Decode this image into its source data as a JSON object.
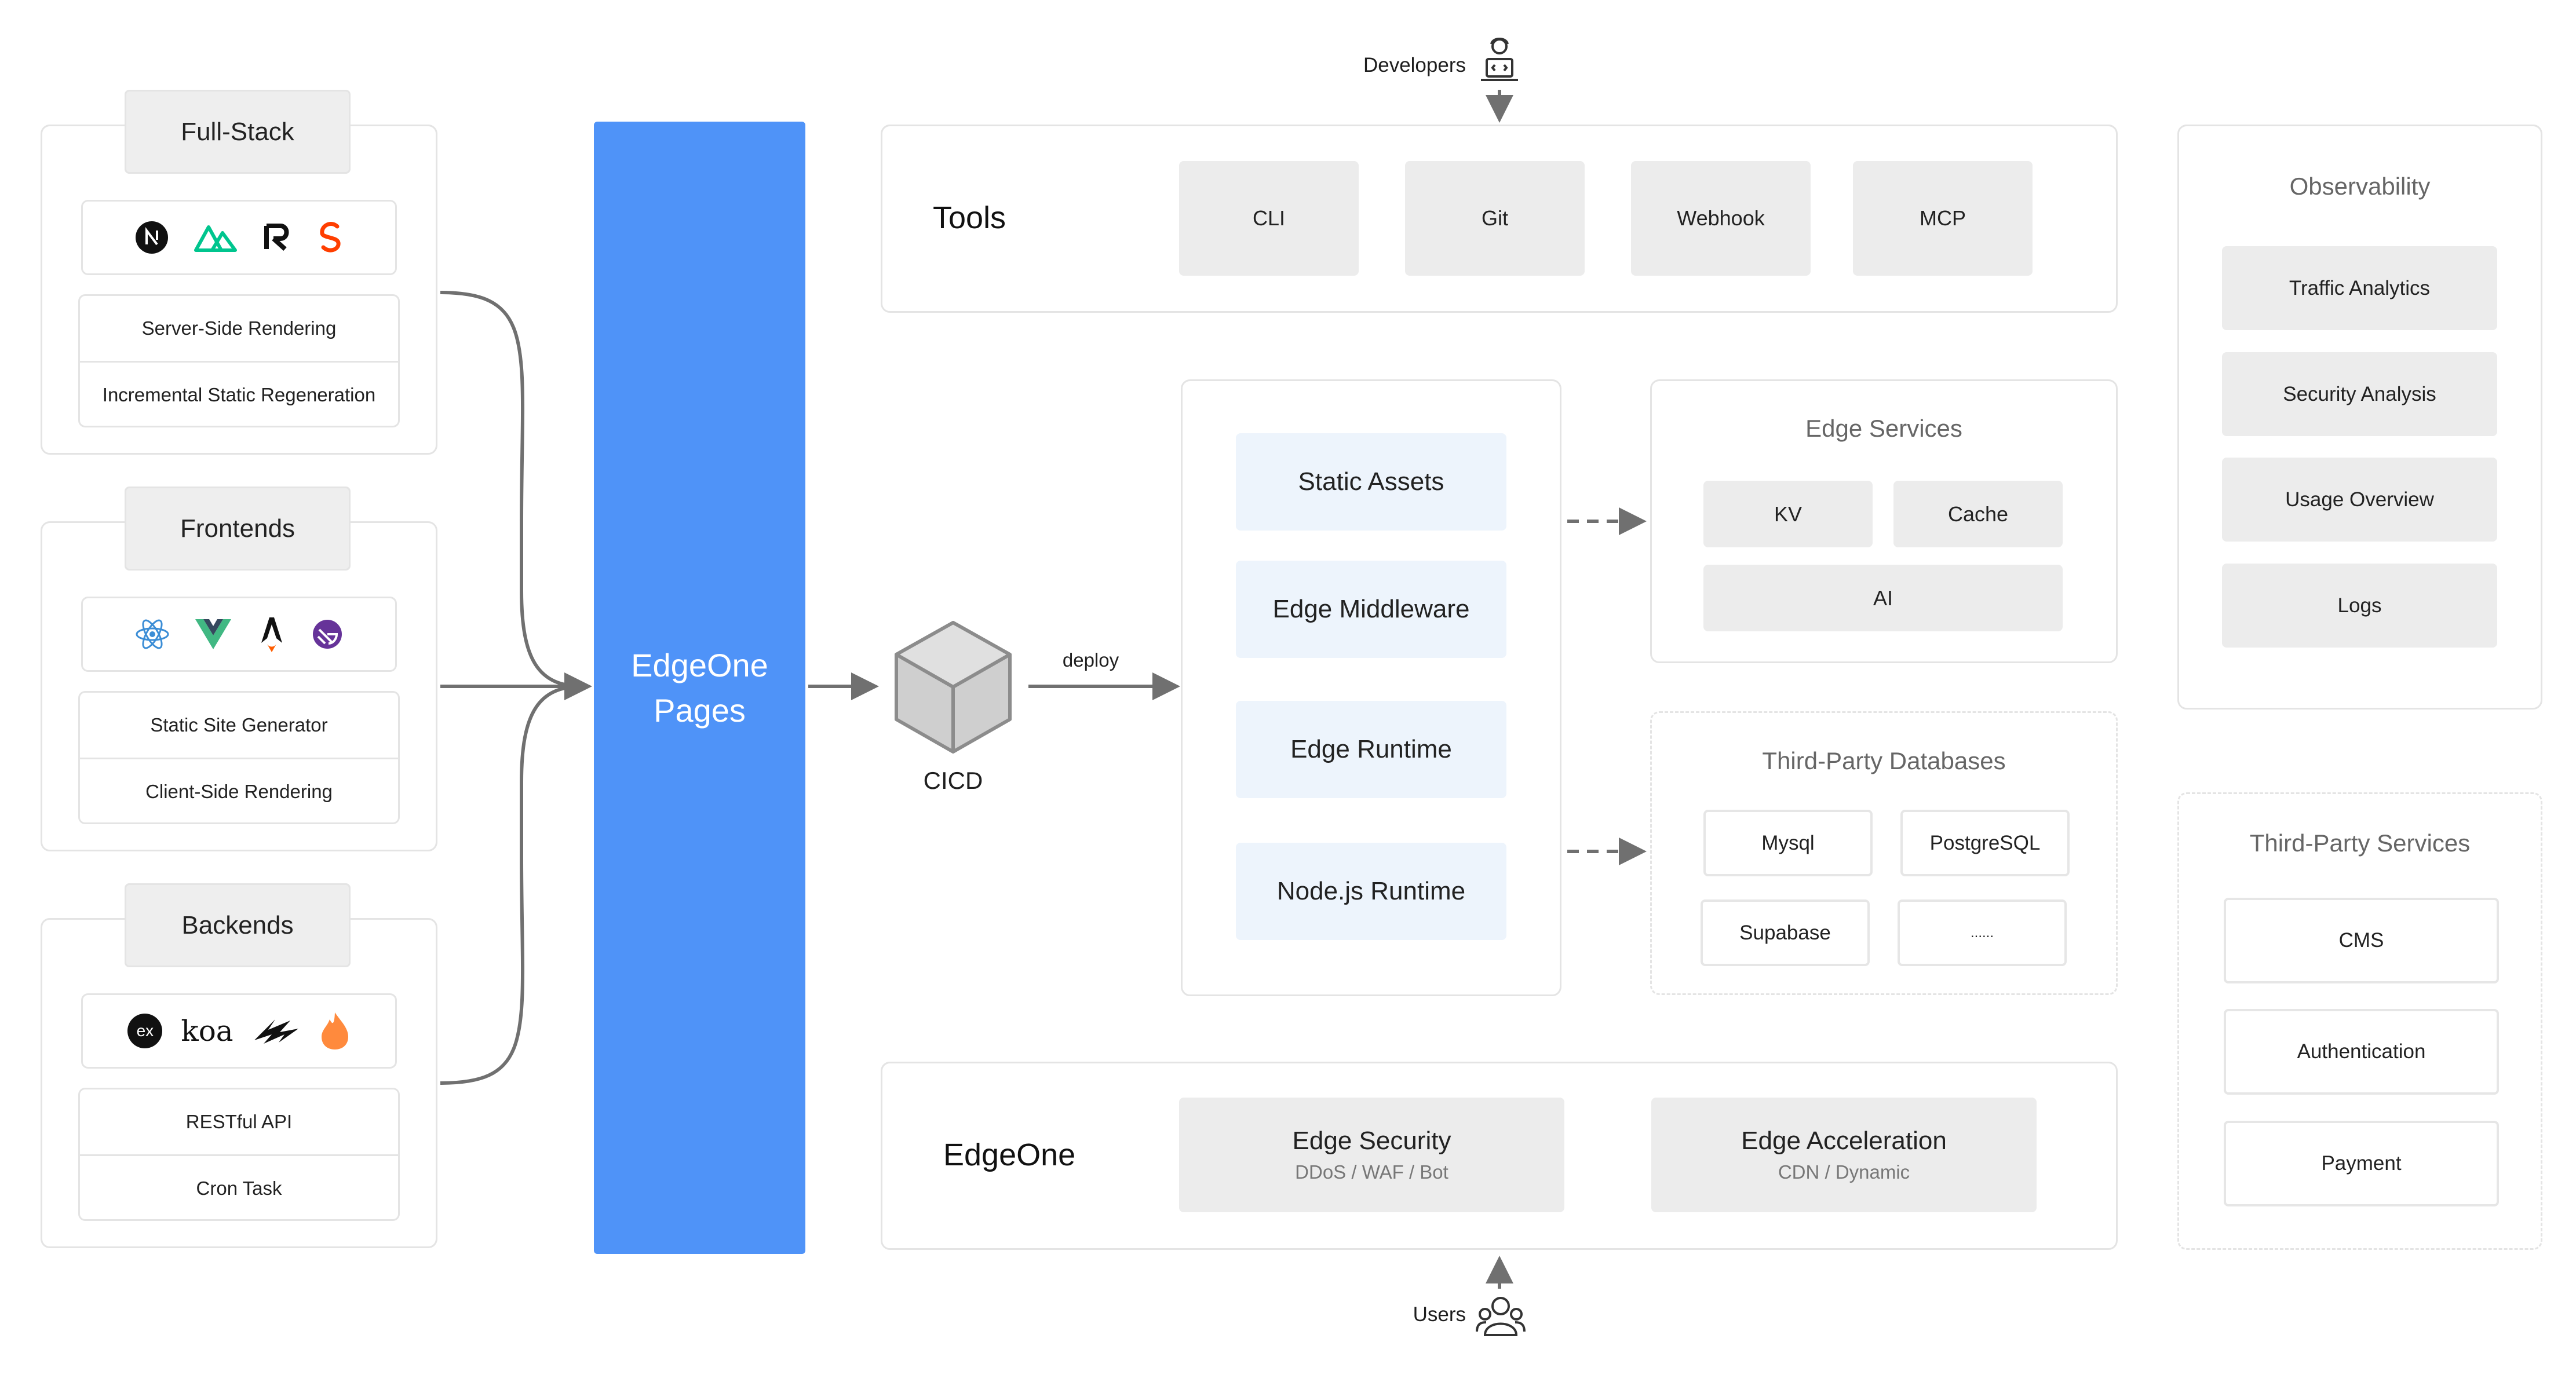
{
  "left": {
    "fullstack": {
      "title": "Full-Stack",
      "items": [
        "Server-Side Rendering",
        "Incremental Static Regeneration"
      ],
      "icons": [
        "nextjs-icon",
        "nuxt-icon",
        "remix-icon",
        "svelte-icon"
      ]
    },
    "frontends": {
      "title": "Frontends",
      "items": [
        "Static Site Generator",
        "Client-Side Rendering"
      ],
      "icons": [
        "react-icon",
        "vue-icon",
        "astro-icon",
        "gatsby-icon"
      ]
    },
    "backends": {
      "title": "Backends",
      "items": [
        "RESTful API",
        "Cron Task"
      ],
      "icons": [
        "express-icon",
        "koa-icon",
        "hono-icon",
        "firebase-icon"
      ],
      "express_text": "ex",
      "koa_text": "koa"
    }
  },
  "pages": {
    "line1": "EdgeOne",
    "line2": "Pages"
  },
  "cicd": {
    "label": "CICD",
    "deploy_label": "deploy"
  },
  "developers": {
    "label": "Developers"
  },
  "users": {
    "label": "Users"
  },
  "tools": {
    "title": "Tools",
    "items": [
      "CLI",
      "Git",
      "Webhook",
      "MCP"
    ]
  },
  "runtime": {
    "items": [
      "Static Assets",
      "Edge Middleware",
      "Edge Runtime",
      "Node.js Runtime"
    ]
  },
  "edge_services": {
    "title": "Edge Services",
    "kv": "KV",
    "cache": "Cache",
    "ai": "AI"
  },
  "third_party_db": {
    "title": "Third-Party Databases",
    "items": [
      "Mysql",
      "PostgreSQL",
      "Supabase",
      "......"
    ]
  },
  "edgeone": {
    "title": "EdgeOne",
    "security": {
      "title": "Edge Security",
      "sub": "DDoS / WAF / Bot"
    },
    "acceleration": {
      "title": "Edge Acceleration",
      "sub": "CDN / Dynamic"
    }
  },
  "observability": {
    "title": "Observability",
    "items": [
      "Traffic Analytics",
      "Security Analysis",
      "Usage Overview",
      "Logs"
    ]
  },
  "third_party_services": {
    "title": "Third-Party Services",
    "items": [
      "CMS",
      "Authentication",
      "Payment"
    ]
  },
  "colors": {
    "accent": "#4f93f8",
    "arrow": "#707070"
  }
}
